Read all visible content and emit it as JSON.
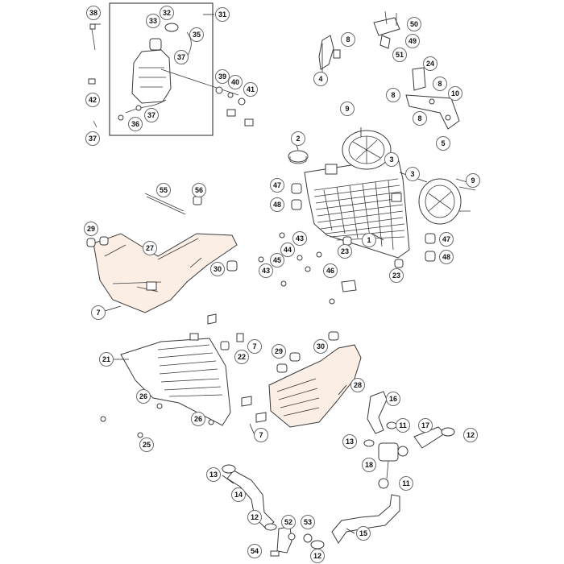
{
  "callouts": [
    {
      "id": "c38",
      "label": "38"
    },
    {
      "id": "c33",
      "label": "33"
    },
    {
      "id": "c32",
      "label": "32"
    },
    {
      "id": "c31",
      "label": "31"
    },
    {
      "id": "c35",
      "label": "35"
    },
    {
      "id": "c37a",
      "label": "37"
    },
    {
      "id": "c39",
      "label": "39"
    },
    {
      "id": "c40",
      "label": "40"
    },
    {
      "id": "c41",
      "label": "41"
    },
    {
      "id": "c42",
      "label": "42"
    },
    {
      "id": "c36",
      "label": "36"
    },
    {
      "id": "c37b",
      "label": "37"
    },
    {
      "id": "c37c",
      "label": "37"
    },
    {
      "id": "c50",
      "label": "50"
    },
    {
      "id": "c49",
      "label": "49"
    },
    {
      "id": "c51",
      "label": "51"
    },
    {
      "id": "c8a",
      "label": "8"
    },
    {
      "id": "c4",
      "label": "4"
    },
    {
      "id": "c24",
      "label": "24"
    },
    {
      "id": "c8b",
      "label": "8"
    },
    {
      "id": "c8c",
      "label": "8"
    },
    {
      "id": "c10",
      "label": "10"
    },
    {
      "id": "c8d",
      "label": "8"
    },
    {
      "id": "c5",
      "label": "5"
    },
    {
      "id": "c9a",
      "label": "9"
    },
    {
      "id": "c2",
      "label": "2"
    },
    {
      "id": "c3a",
      "label": "3"
    },
    {
      "id": "c3b",
      "label": "3"
    },
    {
      "id": "c9b",
      "label": "9"
    },
    {
      "id": "c47a",
      "label": "47"
    },
    {
      "id": "c48a",
      "label": "48"
    },
    {
      "id": "c55",
      "label": "55"
    },
    {
      "id": "c56",
      "label": "56"
    },
    {
      "id": "c29a",
      "label": "29"
    },
    {
      "id": "c27",
      "label": "27"
    },
    {
      "id": "c43a",
      "label": "43"
    },
    {
      "id": "c44",
      "label": "44"
    },
    {
      "id": "c45",
      "label": "45"
    },
    {
      "id": "c43b",
      "label": "43"
    },
    {
      "id": "c1",
      "label": "1"
    },
    {
      "id": "c23a",
      "label": "23"
    },
    {
      "id": "c46",
      "label": "46"
    },
    {
      "id": "c23b",
      "label": "23"
    },
    {
      "id": "c47b",
      "label": "47"
    },
    {
      "id": "c48b",
      "label": "48"
    },
    {
      "id": "c30a",
      "label": "30"
    },
    {
      "id": "c7a",
      "label": "7"
    },
    {
      "id": "c7b",
      "label": "7"
    },
    {
      "id": "c21",
      "label": "21"
    },
    {
      "id": "c22",
      "label": "22"
    },
    {
      "id": "c29b",
      "label": "29"
    },
    {
      "id": "c30b",
      "label": "30"
    },
    {
      "id": "c26a",
      "label": "26"
    },
    {
      "id": "c28",
      "label": "28"
    },
    {
      "id": "c16",
      "label": "16"
    },
    {
      "id": "c11a",
      "label": "11"
    },
    {
      "id": "c17",
      "label": "17"
    },
    {
      "id": "c12a",
      "label": "12"
    },
    {
      "id": "c26b",
      "label": "26"
    },
    {
      "id": "c7c",
      "label": "7"
    },
    {
      "id": "c13a",
      "label": "13"
    },
    {
      "id": "c18",
      "label": "18"
    },
    {
      "id": "c25",
      "label": "25"
    },
    {
      "id": "c11b",
      "label": "11"
    },
    {
      "id": "c13b",
      "label": "13"
    },
    {
      "id": "c14",
      "label": "14"
    },
    {
      "id": "c12b",
      "label": "12"
    },
    {
      "id": "c52",
      "label": "52"
    },
    {
      "id": "c53",
      "label": "53"
    },
    {
      "id": "c15",
      "label": "15"
    },
    {
      "id": "c54",
      "label": "54"
    },
    {
      "id": "c12c",
      "label": "12"
    }
  ],
  "colors": {
    "part_fill": "#ffffff",
    "part_tint": "#fbeee4",
    "line": "#3a3a3a",
    "callout_ring": "#6b6b6b"
  }
}
